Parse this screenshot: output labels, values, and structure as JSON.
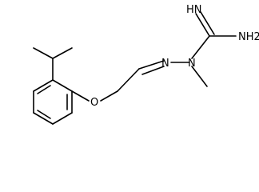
{
  "molecule": {
    "atoms": {
      "imine_nh": "HN",
      "amine_nh2": "NH2",
      "azomethine_n": "N",
      "hydrazine_n": "N",
      "ether_o": "O"
    }
  }
}
